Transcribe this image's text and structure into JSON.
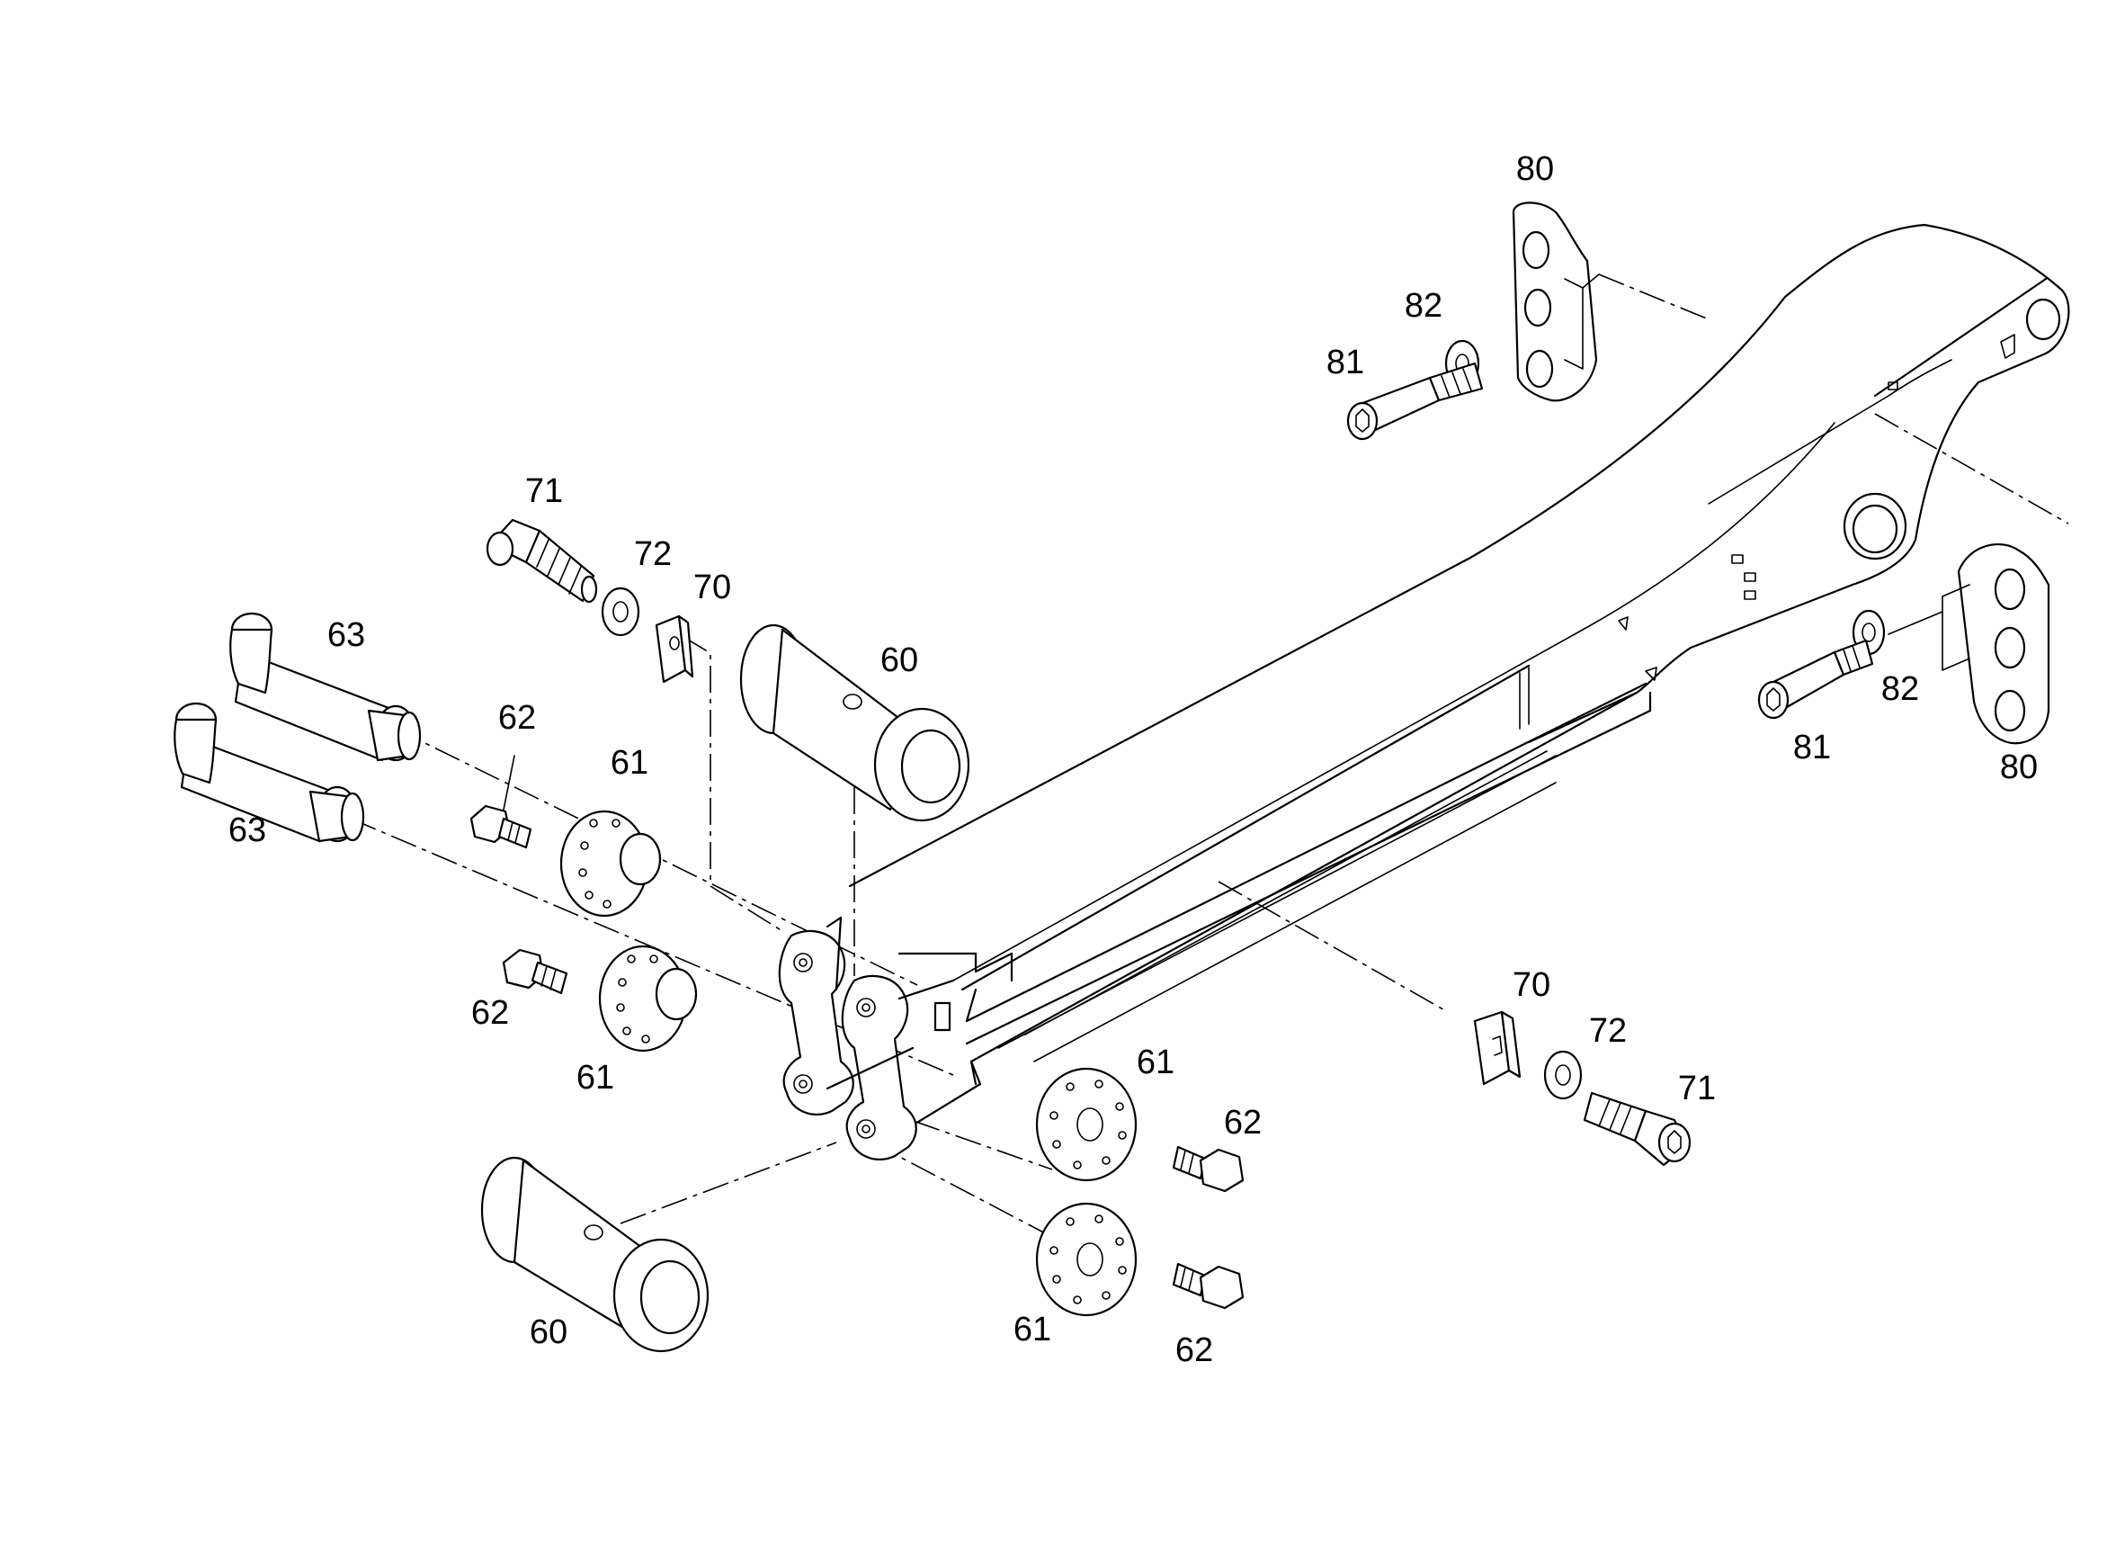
{
  "diagram": {
    "callouts": [
      {
        "id": "c80a",
        "text": "80"
      },
      {
        "id": "c82a",
        "text": "82"
      },
      {
        "id": "c81a",
        "text": "81"
      },
      {
        "id": "c71a",
        "text": "71"
      },
      {
        "id": "c72a",
        "text": "72"
      },
      {
        "id": "c70a",
        "text": "70"
      },
      {
        "id": "c63a",
        "text": "63"
      },
      {
        "id": "c60a",
        "text": "60"
      },
      {
        "id": "c62a",
        "text": "62"
      },
      {
        "id": "c61a",
        "text": "61"
      },
      {
        "id": "c63b",
        "text": "63"
      },
      {
        "id": "c62b",
        "text": "62"
      },
      {
        "id": "c61b",
        "text": "61"
      },
      {
        "id": "c82b",
        "text": "82"
      },
      {
        "id": "c81b",
        "text": "81"
      },
      {
        "id": "c80b",
        "text": "80"
      },
      {
        "id": "c70b",
        "text": "70"
      },
      {
        "id": "c72b",
        "text": "72"
      },
      {
        "id": "c71b",
        "text": "71"
      },
      {
        "id": "c61c",
        "text": "61"
      },
      {
        "id": "c62c",
        "text": "62"
      },
      {
        "id": "c60b",
        "text": "60"
      },
      {
        "id": "c61d",
        "text": "61"
      },
      {
        "id": "c62d",
        "text": "62"
      }
    ]
  }
}
